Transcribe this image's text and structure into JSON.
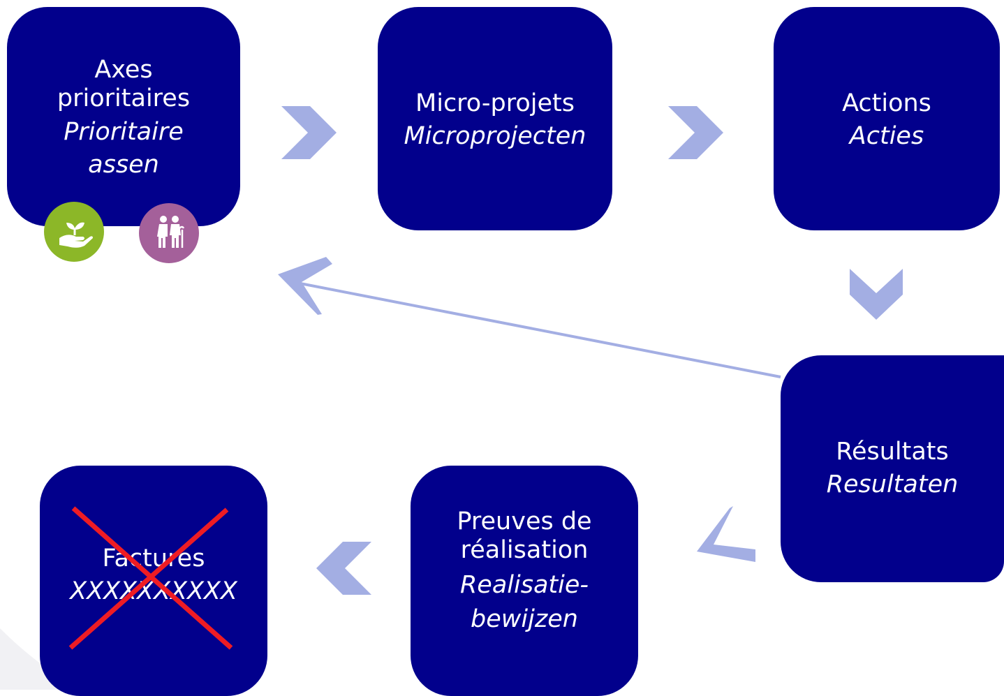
{
  "boxes": {
    "axes": {
      "fr_line1": "Axes",
      "fr_line2": "prioritaires",
      "nl_line1": "Prioritaire",
      "nl_line2": "assen"
    },
    "micro": {
      "fr": "Micro-projets",
      "nl": "Microprojecten"
    },
    "actions": {
      "fr": "Actions",
      "nl": "Acties"
    },
    "resultats": {
      "fr": "Résultats",
      "nl": "Resultaten"
    },
    "preuves": {
      "fr_line1": "Preuves de",
      "fr_line2": "réalisation",
      "nl_line1": "Realisatie-",
      "nl_line2": "bewijzen"
    },
    "factures": {
      "fr": "Factures",
      "nl": "XXXXXXXXXX"
    }
  },
  "badges": [
    {
      "icon": "hand-plant-icon",
      "color": "#8cb728"
    },
    {
      "icon": "elderly-people-icon",
      "color": "#a4609a"
    }
  ],
  "colors": {
    "box": "#02008c",
    "arrow": "#a3aee3",
    "cross": "#ee1c24"
  }
}
